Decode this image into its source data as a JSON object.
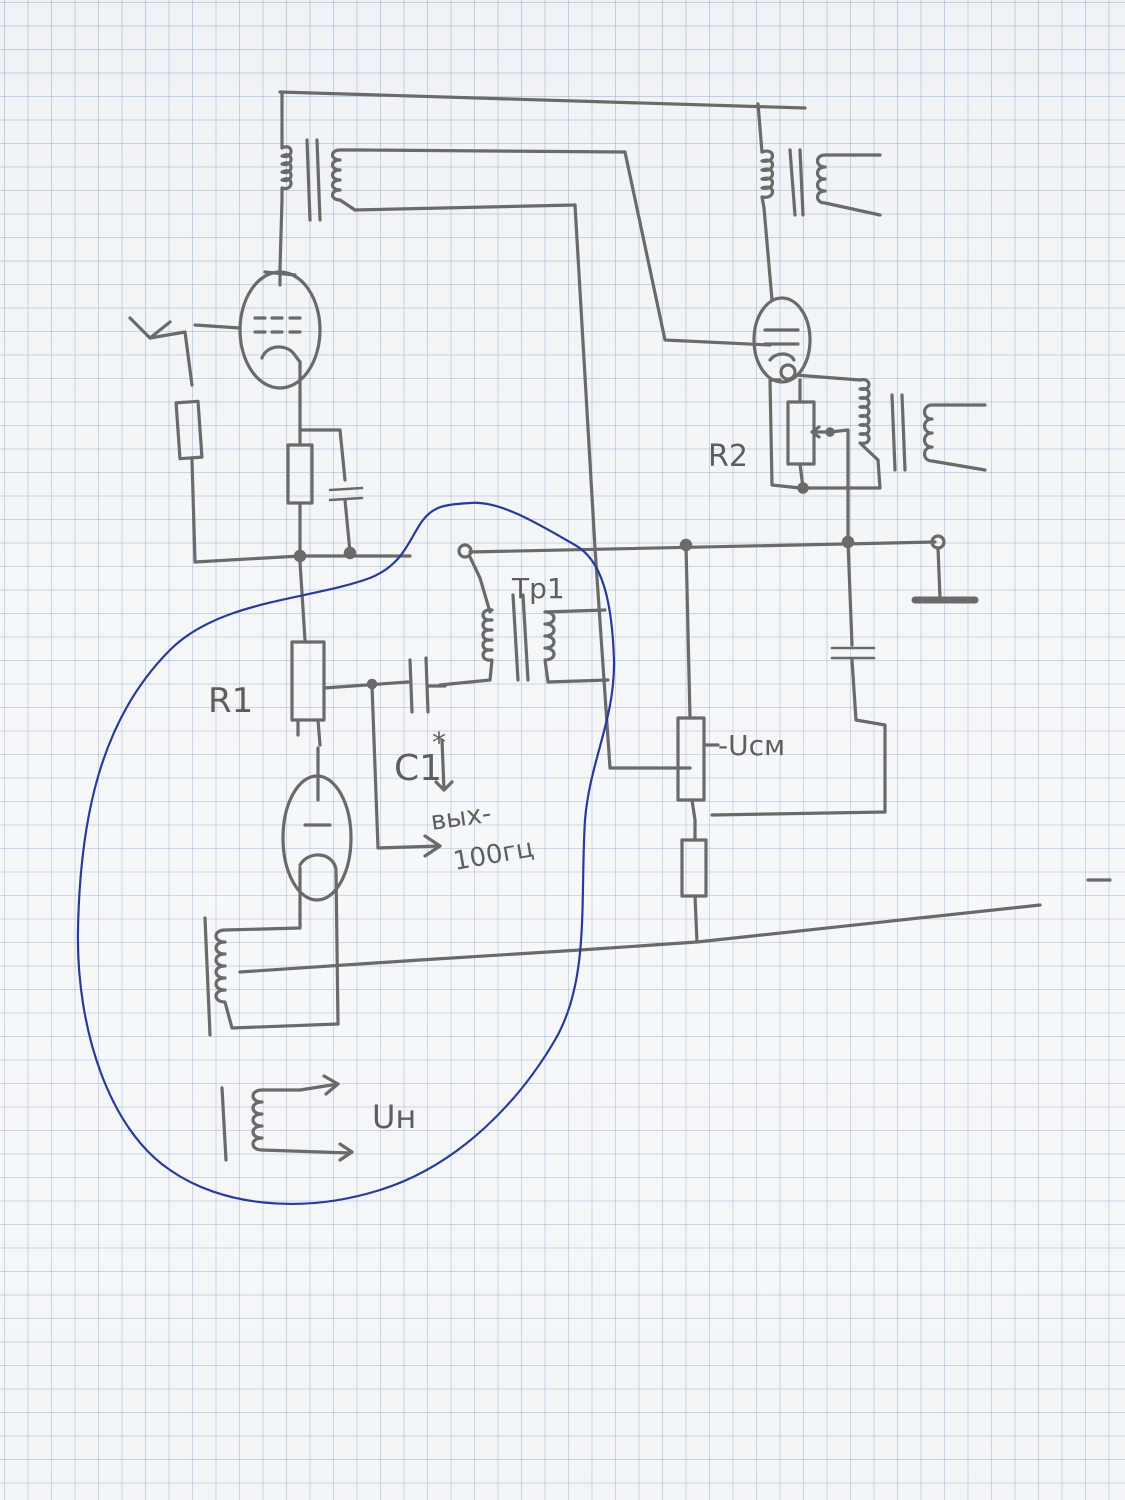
{
  "labels": {
    "r1": "R1",
    "r2": "R2",
    "c1": "C1",
    "c1_mark": "*",
    "tr1": "Тр1",
    "output_line1": "вых-",
    "output_line2": "100гц",
    "u_bias": "-Uсм",
    "u_heater": "Uн"
  },
  "colors": {
    "paper": "#f4f5f7",
    "grid": "#7896c8",
    "pencil": "#6a6a6a",
    "pen_loop": "#2a3a9a"
  }
}
